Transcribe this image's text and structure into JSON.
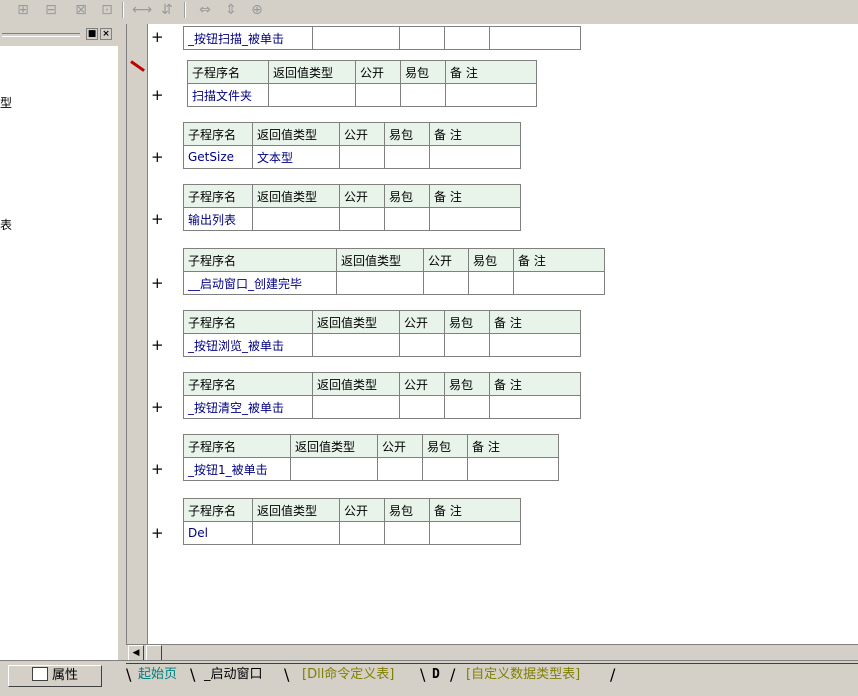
{
  "left_panel": {
    "fragment_1": "型",
    "fragment_2": "表",
    "min_btn": "■",
    "close_btn": "×",
    "property_button": "属性"
  },
  "editor": {
    "tables": [
      {
        "headers": [],
        "name": "_按钮扫描_被单击",
        "ret": "",
        "first_col_width": 128
      },
      {
        "headers": [
          "子程序名",
          "返回值类型",
          "公开",
          "易包",
          "备 注"
        ],
        "name": "扫描文件夹",
        "ret": "",
        "first_col_width": 80
      },
      {
        "headers": [
          "子程序名",
          "返回值类型",
          "公开",
          "易包",
          "备 注"
        ],
        "name": "GetSize",
        "ret": "文本型",
        "first_col_width": 68
      },
      {
        "headers": [
          "子程序名",
          "返回值类型",
          "公开",
          "易包",
          "备 注"
        ],
        "name": "输出列表",
        "ret": "",
        "first_col_width": 68
      },
      {
        "headers": [
          "子程序名",
          "返回值类型",
          "公开",
          "易包",
          "备 注"
        ],
        "name": "__启动窗口_创建完毕",
        "ret": "",
        "first_col_width": 152
      },
      {
        "headers": [
          "子程序名",
          "返回值类型",
          "公开",
          "易包",
          "备 注"
        ],
        "name": "_按钮浏览_被单击",
        "ret": "",
        "first_col_width": 128
      },
      {
        "headers": [
          "子程序名",
          "返回值类型",
          "公开",
          "易包",
          "备 注"
        ],
        "name": "_按钮清空_被单击",
        "ret": "",
        "first_col_width": 128
      },
      {
        "headers": [
          "子程序名",
          "返回值类型",
          "公开",
          "易包",
          "备 注"
        ],
        "name": "_按钮1_被单击",
        "ret": "",
        "first_col_width": 106
      },
      {
        "headers": [
          "子程序名",
          "返回值类型",
          "公开",
          "易包",
          "备 注"
        ],
        "name": "Del",
        "ret": "",
        "first_col_width": 68
      }
    ],
    "plus": "+"
  },
  "tabs": {
    "t1": "起始页",
    "t2": "_启动窗口",
    "t3": "[Dll命令定义表]",
    "t4": "D",
    "t5": "[自定义数据类型表]"
  },
  "scroll": {
    "left_arrow": "◀"
  }
}
